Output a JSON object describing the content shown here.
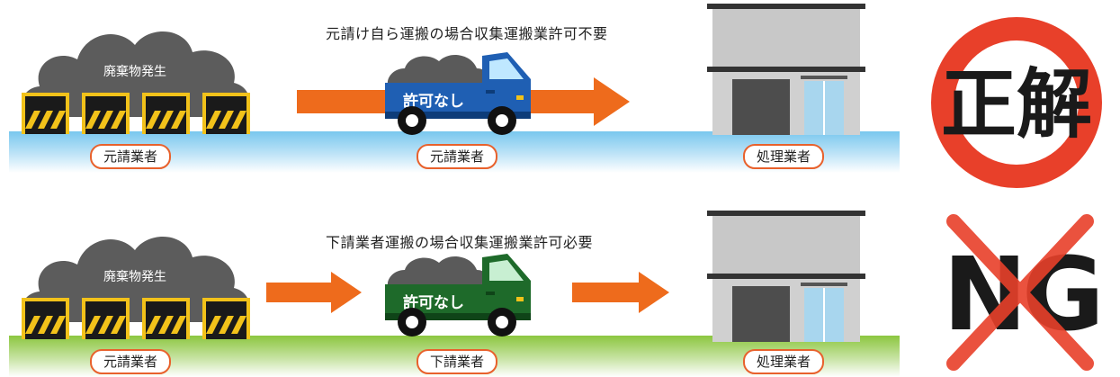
{
  "correct_case": {
    "caption": "元請け自ら運搬の場合収集運搬業許可不要",
    "waste_text": "廃棄物発生",
    "truck_text": "許可なし",
    "labels": [
      "元請業者",
      "元請業者",
      "処理業者"
    ],
    "verdict": "正解",
    "ground_color": "#79c7ee",
    "truck_color": "#1f5fb3",
    "verdict_color": "#e8402a"
  },
  "ng_case": {
    "caption": "下請業者運搬の場合収集運搬業許可必要",
    "waste_text": "廃棄物発生",
    "truck_text": "許可なし",
    "labels": [
      "元請業者",
      "下請業者",
      "処理業者"
    ],
    "verdict": "NG",
    "ground_color": "#8cc63f",
    "truck_color": "#1e6a2a",
    "verdict_color": "#e8402a"
  },
  "colors": {
    "arrow": "#ee6b1c",
    "barrier_yellow": "#f2c21a",
    "label_border": "#e8612c"
  }
}
